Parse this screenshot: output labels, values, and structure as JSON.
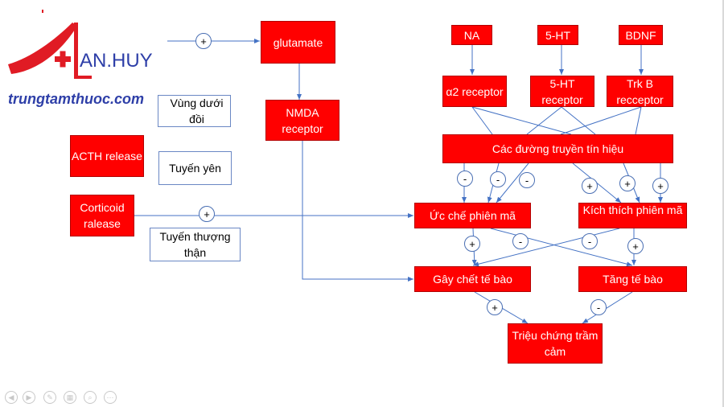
{
  "colors": {
    "box_red": "#ff0000",
    "connector": "#4472c4",
    "logo_red": "#e01b24",
    "logo_blue": "#2e3fa8"
  },
  "logo": {
    "brand": "AN.HUY",
    "site": "trungtamthuoc.com"
  },
  "nodes": {
    "vung_duoi_doi": "Vùng dưới đồi",
    "acth": "ACTH release",
    "tuyen_yen": "Tuyến yên",
    "corticoid": "Corticoid ralease",
    "tuyen_thuong_than": "Tuyến thượng thận",
    "glutamate": "glutamate",
    "nmda": "NMDA receptor",
    "na": "NA",
    "ht5": "5-HT",
    "bdnf": "BDNF",
    "a2_receptor": "α2 receptor",
    "ht5_receptor": "5-HT receptor",
    "trkb_receptor": "Trk B recceptor",
    "duong_truyen": "Các đường truyền tín hiệu",
    "uc_che": "Ức chế phiên mã",
    "kich_thich": "Kích thích phiên mã",
    "gay_chet": "Gây chết tế bào",
    "tang_te_bao": "Tăng tế bào",
    "trieu_chung": "Triệu chứng trầm cảm"
  },
  "signs": {
    "plus": "+",
    "minus": "-"
  },
  "nav_icons": [
    "prev-icon",
    "next-icon",
    "pen-icon",
    "slides-icon",
    "zoom-icon",
    "more-icon"
  ]
}
